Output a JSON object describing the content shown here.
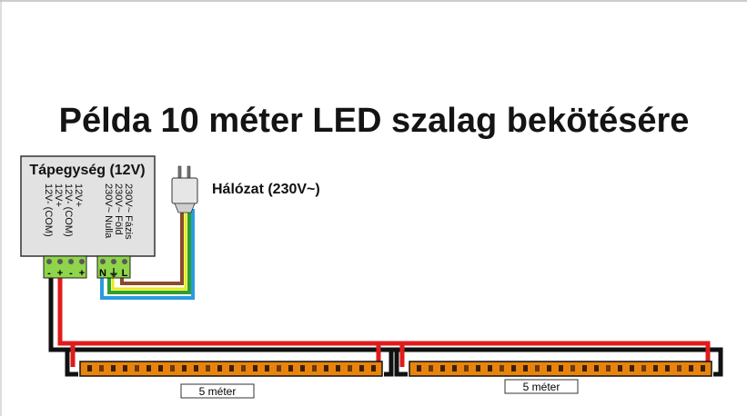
{
  "title": "Példa 10 méter LED szalag bekötésére",
  "power_supply": {
    "label": "Tápegység (12V)",
    "outputs": [
      "12V- (COM)",
      "12V- (COM)",
      "12V+",
      "12V+"
    ],
    "inputs": [
      "230V~ Fázis",
      "230V~ Föld",
      "230V~ Nulla"
    ],
    "terminal_symbols_dc": [
      "-",
      "+",
      "-",
      "+"
    ],
    "terminal_symbols_ac": [
      "N",
      "⏚",
      "L"
    ]
  },
  "mains": {
    "label": "Hálózat (230V~)"
  },
  "strips": [
    {
      "length_label": "5 méter"
    },
    {
      "length_label": "5 méter"
    }
  ],
  "colors": {
    "positive": "#e01b1b",
    "negative": "#111111",
    "phase": "#8b4a2b",
    "ground_yellow": "#e8e81a",
    "ground_green": "#2ca02c",
    "neutral": "#2a9be0",
    "strip": "#e8840e",
    "terminal": "#8fd44a"
  }
}
